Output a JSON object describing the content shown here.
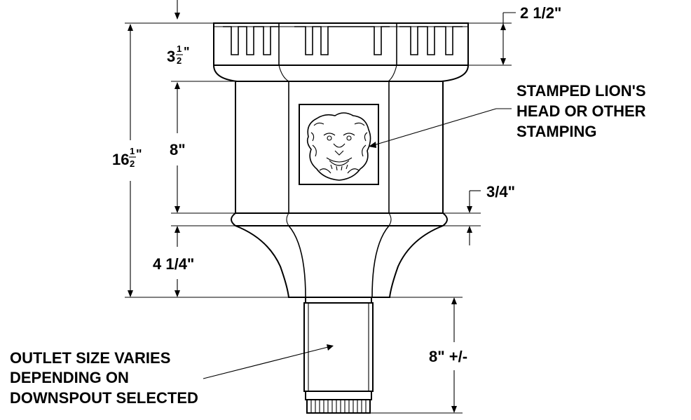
{
  "dimensions": {
    "top_clearance": "",
    "crenel_height": "2 1/2\"",
    "cap_height_whole": "3",
    "cap_height_num": "1",
    "cap_height_den": "2",
    "cap_height_mark": "\"",
    "body_height": "8\"",
    "total_height_whole": "16",
    "total_height_num": "1",
    "total_height_den": "2",
    "total_height_mark": "\"",
    "band_height": "3/4\"",
    "flare_height": "4 1/4\"",
    "outlet_length": "8\" +/-"
  },
  "callouts": {
    "stamping": [
      "STAMPED LION'S",
      "HEAD OR OTHER",
      "STAMPING"
    ],
    "outlet": [
      "OUTLET SIZE VARIES",
      "DEPENDING ON",
      "DOWNSPOUT SELECTED"
    ]
  },
  "stamping_icon": "lion-head-icon"
}
